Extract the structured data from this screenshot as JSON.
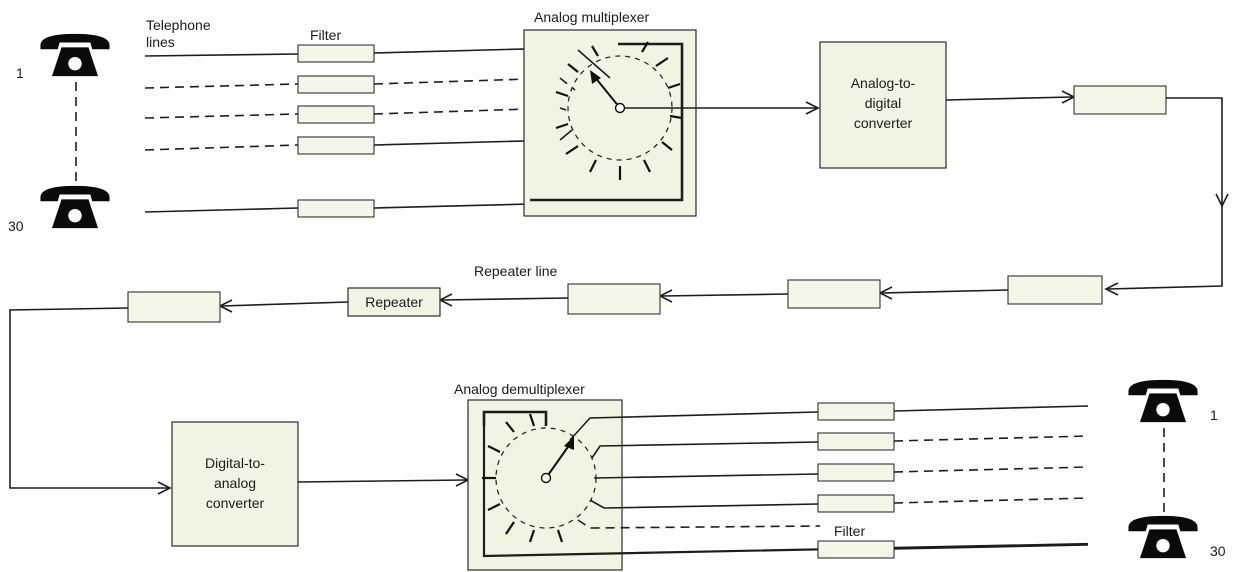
{
  "labels": {
    "telephone_lines": [
      "Telephone",
      "lines"
    ],
    "filter_top": "Filter",
    "analog_multiplexer": "Analog multiplexer",
    "adc": [
      "Analog-to-",
      "digital",
      "converter"
    ],
    "repeater_line": "Repeater line",
    "repeater": "Repeater",
    "analog_demultiplexer": "Analog demultiplexer",
    "dac": [
      "Digital-to-",
      "analog",
      "converter"
    ],
    "filter_bottom": "Filter",
    "phone_top_first": "1",
    "phone_top_last": "30",
    "phone_bottom_first": "1",
    "phone_bottom_last": "30"
  },
  "icons": {
    "telephone": "telephone-icon",
    "selector": "rotary-selector-icon",
    "arrow": "arrowhead-icon"
  }
}
